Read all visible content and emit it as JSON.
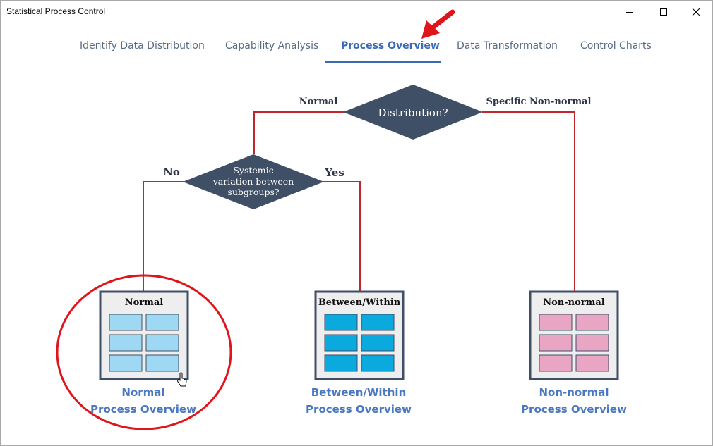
{
  "window": {
    "title": "Statistical Process Control",
    "minimize_icon": "minimize-icon",
    "maximize_icon": "maximize-icon",
    "close_icon": "close-icon"
  },
  "tabs": [
    {
      "label": "Identify Data Distribution",
      "active": false
    },
    {
      "label": "Capability Analysis",
      "active": false
    },
    {
      "label": "Process Overview",
      "active": true
    },
    {
      "label": "Data Transformation",
      "active": false
    },
    {
      "label": "Control Charts",
      "active": false
    }
  ],
  "flowchart": {
    "decision_distribution": "Distribution?",
    "branch_normal": "Normal",
    "branch_nonnormal": "Specific Non-normal",
    "decision_systemic": [
      "Systemic",
      "variation between",
      "subgroups?"
    ],
    "branch_no": "No",
    "branch_yes": "Yes",
    "options": [
      {
        "box_title": "Normal",
        "caption_line1": "Normal",
        "caption_line2": "Process Overview",
        "cell_color": "#9fd8f2"
      },
      {
        "box_title": "Between/Within",
        "caption_line1": "Between/Within",
        "caption_line2": "Process Overview",
        "cell_color": "#0aa9de"
      },
      {
        "box_title": "Non-normal",
        "caption_line1": "Non-normal",
        "caption_line2": "Process Overview",
        "cell_color": "#e8a6c4"
      }
    ]
  },
  "colors": {
    "accent": "#3b6ab5",
    "diamond": "#3f4f66",
    "connector": "#c0262c",
    "annotation": "#e0141b"
  }
}
